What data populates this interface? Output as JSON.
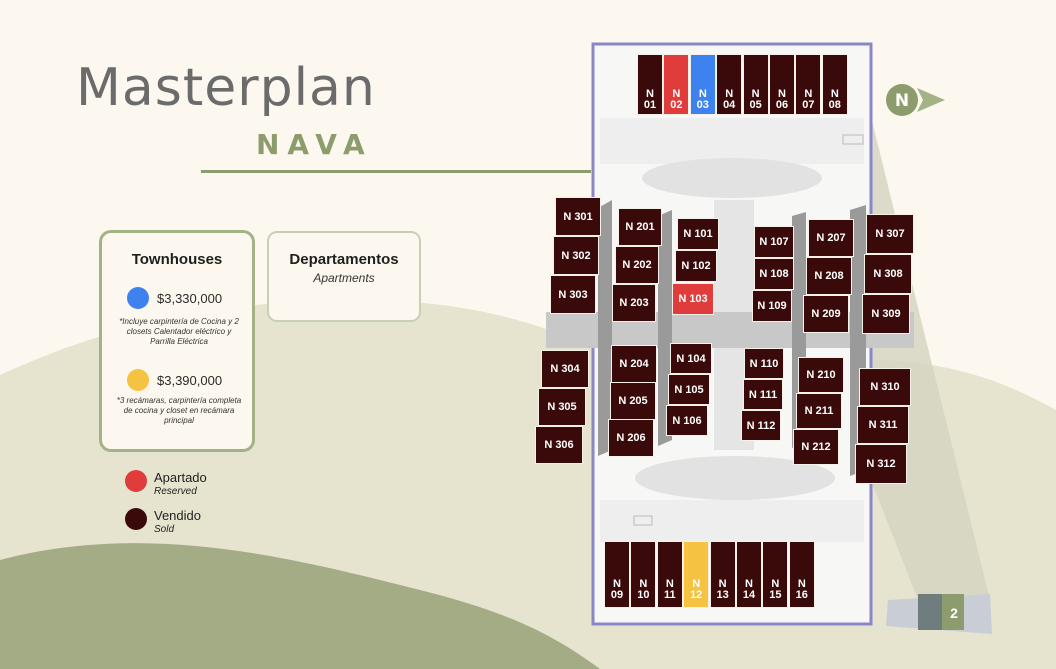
{
  "header": {
    "title": "Masterplan",
    "subtitle": "NAVA"
  },
  "legend": {
    "townhouses": {
      "title": "Townhouses",
      "options": [
        {
          "color": "#3e82f0",
          "price": "$3,330,000",
          "note": "*Incluye carpintería de Cocina y 2 closets Calentador eléctrico y Parrilla Eléctrica"
        },
        {
          "color": "#f5c242",
          "price": "$3,390,000",
          "note": "*3 recámaras, carpintería completa de cocina y closet en recámara principal"
        }
      ]
    },
    "apartments": {
      "title": "Departamentos",
      "subtitle": "Apartments"
    },
    "statuses": [
      {
        "color": "#e03c3c",
        "label": "Apartado",
        "sub": "Reserved"
      },
      {
        "color": "#3a0a0a",
        "label": "Vendido",
        "sub": "Sold"
      }
    ]
  },
  "colors": {
    "sold": "#3a0a0a",
    "reserved": "#e03c3c",
    "townhouse_a": "#3e82f0",
    "townhouse_b": "#f5c242",
    "accent_green": "#8c9c6c"
  },
  "map": {
    "top_row": [
      {
        "l1": "N",
        "l2": "01",
        "status": "sold"
      },
      {
        "l1": "N",
        "l2": "02",
        "status": "reserved"
      },
      {
        "l1": "N",
        "l2": "03",
        "status": "townhouse_a"
      },
      {
        "l1": "N",
        "l2": "04",
        "status": "sold"
      },
      {
        "l1": "N",
        "l2": "05",
        "status": "sold"
      },
      {
        "l1": "N",
        "l2": "06",
        "status": "sold"
      },
      {
        "l1": "N",
        "l2": "07",
        "status": "sold"
      },
      {
        "l1": "N",
        "l2": "08",
        "status": "sold"
      }
    ],
    "bottom_row": [
      {
        "l1": "N",
        "l2": "09",
        "status": "sold"
      },
      {
        "l1": "N",
        "l2": "10",
        "status": "sold"
      },
      {
        "l1": "N",
        "l2": "11",
        "status": "sold"
      },
      {
        "l1": "N",
        "l2": "12",
        "status": "townhouse_b"
      },
      {
        "l1": "N",
        "l2": "13",
        "status": "sold"
      },
      {
        "l1": "N",
        "l2": "14",
        "status": "sold"
      },
      {
        "l1": "N",
        "l2": "15",
        "status": "sold"
      },
      {
        "l1": "N",
        "l2": "16",
        "status": "sold"
      }
    ],
    "apartments": [
      {
        "label": "N 301",
        "status": "sold"
      },
      {
        "label": "N 302",
        "status": "sold"
      },
      {
        "label": "N 303",
        "status": "sold"
      },
      {
        "label": "N 304",
        "status": "sold"
      },
      {
        "label": "N 305",
        "status": "sold"
      },
      {
        "label": "N 306",
        "status": "sold"
      },
      {
        "label": "N 201",
        "status": "sold"
      },
      {
        "label": "N 202",
        "status": "sold"
      },
      {
        "label": "N 203",
        "status": "sold"
      },
      {
        "label": "N 204",
        "status": "sold"
      },
      {
        "label": "N 205",
        "status": "sold"
      },
      {
        "label": "N 206",
        "status": "sold"
      },
      {
        "label": "N 101",
        "status": "sold"
      },
      {
        "label": "N 102",
        "status": "sold"
      },
      {
        "label": "N 103",
        "status": "reserved"
      },
      {
        "label": "N 104",
        "status": "sold"
      },
      {
        "label": "N 105",
        "status": "sold"
      },
      {
        "label": "N 106",
        "status": "sold"
      },
      {
        "label": "N 107",
        "status": "sold"
      },
      {
        "label": "N 108",
        "status": "sold"
      },
      {
        "label": "N 109",
        "status": "sold"
      },
      {
        "label": "N 110",
        "status": "sold"
      },
      {
        "label": "N 111",
        "status": "sold"
      },
      {
        "label": "N 112",
        "status": "sold"
      },
      {
        "label": "N 207",
        "status": "sold"
      },
      {
        "label": "N 208",
        "status": "sold"
      },
      {
        "label": "N 209",
        "status": "sold"
      },
      {
        "label": "N 210",
        "status": "sold"
      },
      {
        "label": "N 211",
        "status": "sold"
      },
      {
        "label": "N 212",
        "status": "sold"
      },
      {
        "label": "N 307",
        "status": "sold"
      },
      {
        "label": "N 308",
        "status": "sold"
      },
      {
        "label": "N 309",
        "status": "sold"
      },
      {
        "label": "N 310",
        "status": "sold"
      },
      {
        "label": "N 311",
        "status": "sold"
      },
      {
        "label": "N 312",
        "status": "sold"
      }
    ]
  },
  "compass": {
    "label": "N"
  },
  "page": {
    "number": "2"
  }
}
